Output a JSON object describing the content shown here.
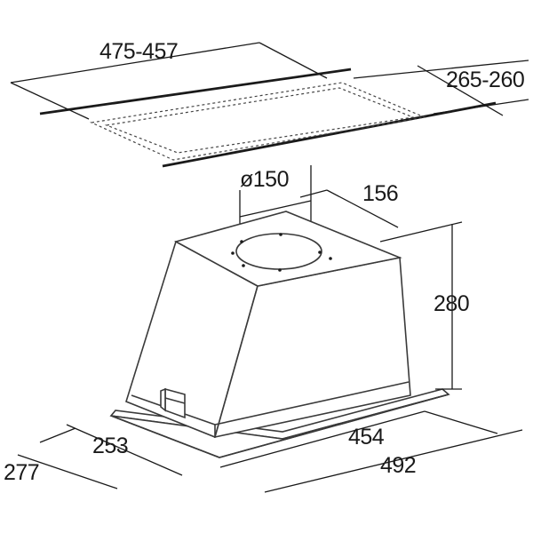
{
  "dimensions": {
    "cutout_width": "475-457",
    "cutout_depth": "265-260",
    "outlet_diameter": "ø150",
    "outlet_offset": "156",
    "height": "280",
    "body_depth": "253",
    "frame_depth": "277",
    "body_width": "454",
    "frame_width": "492"
  },
  "colors": {
    "ink": "#1a1a1a",
    "body_fill": "#ffffff",
    "outlet_fill": "#ffffff"
  }
}
